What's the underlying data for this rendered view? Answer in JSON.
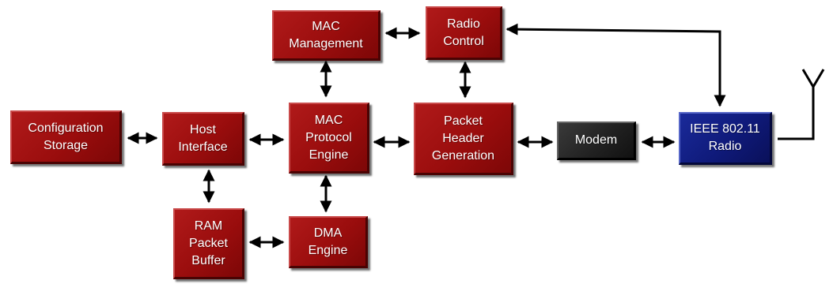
{
  "diagram": {
    "blocks": {
      "mac_management": "MAC\nManagement",
      "radio_control": "Radio\nControl",
      "configuration_storage": "Configuration\nStorage",
      "host_interface": "Host\nInterface",
      "mac_protocol_engine": "MAC\nProtocol\nEngine",
      "packet_header_generation": "Packet\nHeader\nGeneration",
      "modem": "Modem",
      "ieee_radio": "IEEE 802.11\nRadio",
      "ram_packet_buffer": "RAM\nPacket\nBuffer",
      "dma_engine": "DMA\nEngine"
    },
    "colors": {
      "block_red": "#9a0d0d",
      "block_dark": "#222222",
      "block_blue": "#0f1a7a",
      "arrow": "#000000"
    }
  }
}
